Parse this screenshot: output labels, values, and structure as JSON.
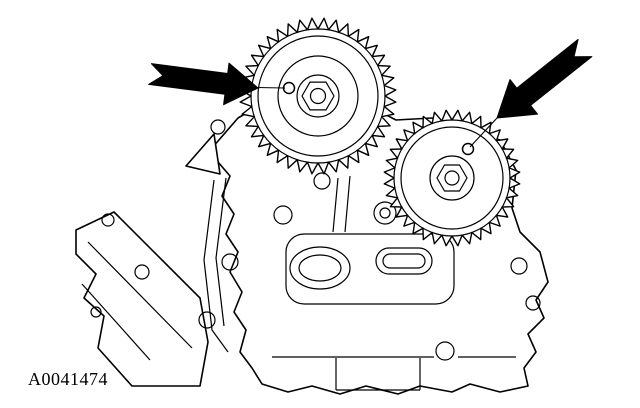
{
  "figure": {
    "label": "A0041474",
    "colors": {
      "background": "#ffffff",
      "line": "#000000",
      "arrow": "#000000"
    },
    "icons": {
      "left_arrow": "solid-pointer-arrow",
      "right_arrow": "solid-pointer-arrow"
    }
  }
}
